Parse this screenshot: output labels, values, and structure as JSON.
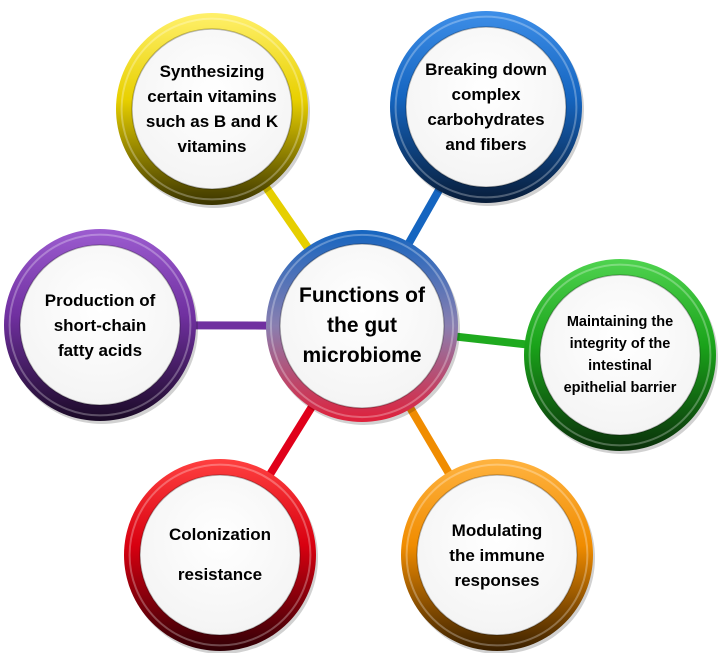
{
  "center": {
    "label": "Functions of\nthe gut\nmicrobiome"
  },
  "functions": [
    {
      "id": "vitamins",
      "label": "Synthesizing\ncertain vitamins\nsuch as B and K\nvitamins",
      "color": "#e6cf00"
    },
    {
      "id": "carbohydrates",
      "label": "Breaking down\ncomplex\ncarbohydrates\nand fibers",
      "color": "#1565c0"
    },
    {
      "id": "barrier",
      "label": "Maintaining the\nintegrity of the\nintestinal\nepithelial barrier",
      "color": "#1faa1f"
    },
    {
      "id": "immune",
      "label": "Modulating\nthe immune\nresponses",
      "color": "#f08c00"
    },
    {
      "id": "colonization",
      "label": "Colonization\nresistance",
      "color": "#e0001a"
    },
    {
      "id": "scfa",
      "label": "Production of\nshort-chain\nfatty acids",
      "color": "#7030a0"
    }
  ]
}
